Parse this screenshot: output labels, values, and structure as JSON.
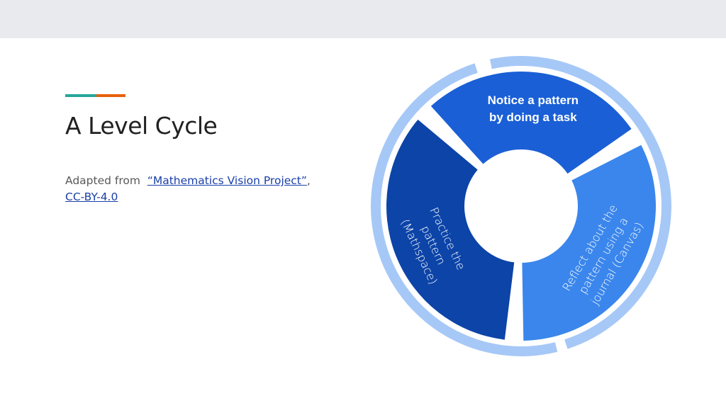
{
  "slide": {
    "title": "A Level Cycle",
    "attribution": {
      "prefix": "Adapted from",
      "link_text": "“Mathematics Vision Project”",
      "separator": ",",
      "license_text": "CC-BY-4.0"
    }
  },
  "cycle": {
    "stages": [
      {
        "lines": [
          "Notice a pattern",
          "by doing a task"
        ],
        "color": "#1a5fd6"
      },
      {
        "lines": [
          "Reflect about the",
          "pattern using a",
          "journal (Canvas)"
        ],
        "color": "#3a86ec"
      },
      {
        "lines": [
          "Practice the",
          "pattern",
          "(Mathspace)"
        ],
        "color": "#0c44a8"
      }
    ],
    "outer_ring_color": "#a6c8f7"
  },
  "colors": {
    "accent_teal": "#26a69a",
    "accent_orange": "#e8600c",
    "link": "#1a3fa8"
  }
}
